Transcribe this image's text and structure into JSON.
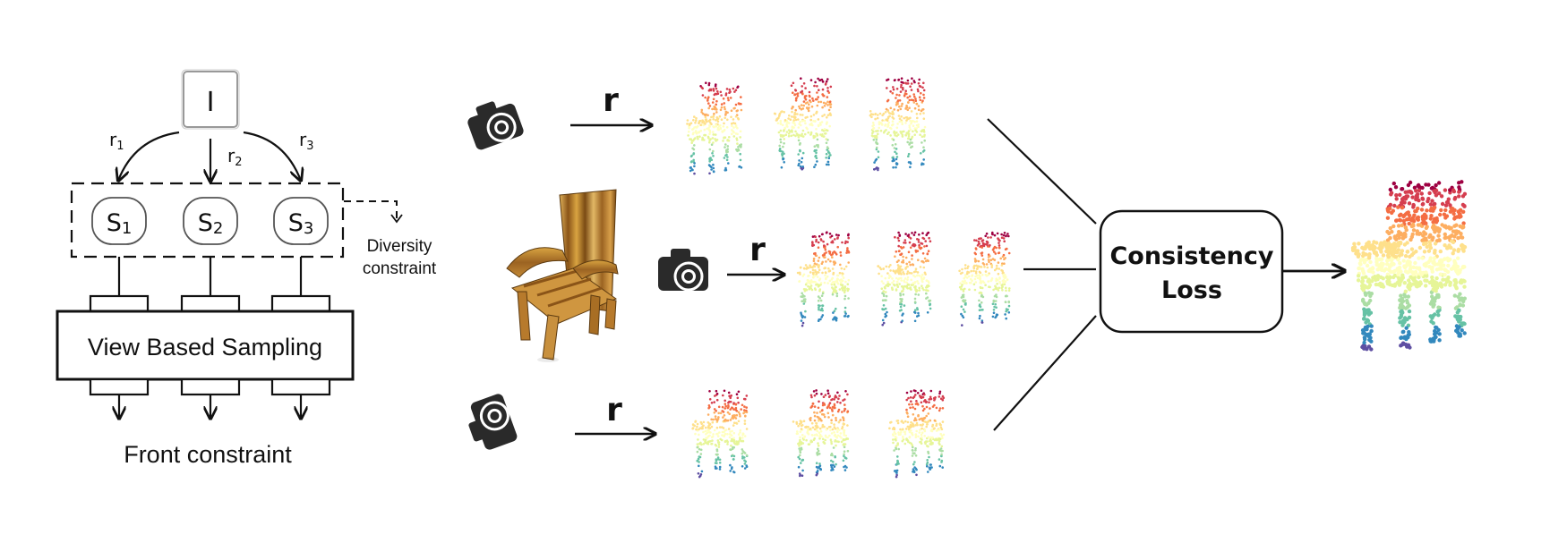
{
  "left_panel": {
    "input_label": "I",
    "rays": [
      {
        "base": "r",
        "sub": "1"
      },
      {
        "base": "r",
        "sub": "2"
      },
      {
        "base": "r",
        "sub": "3"
      }
    ],
    "samplers": [
      {
        "base": "S",
        "sub": "1"
      },
      {
        "base": "S",
        "sub": "2"
      },
      {
        "base": "S",
        "sub": "3"
      }
    ],
    "diversity_label_line1": "Diversity",
    "diversity_label_line2": "constraint",
    "sampling_box_label": "View Based Sampling",
    "front_constraint_label": "Front constraint"
  },
  "pipeline": {
    "arrow_label": "r",
    "rows": [
      {
        "camera_icon": "camera-icon",
        "arrow_label": "r"
      },
      {
        "camera_icon": "camera-icon",
        "arrow_label": "r"
      },
      {
        "camera_icon": "camera-icon",
        "arrow_label": "r"
      }
    ],
    "loss_line1": "Consistency",
    "loss_line2": "Loss"
  },
  "colors": {
    "spectral": [
      "#9e0142",
      "#d53e4f",
      "#f46d43",
      "#fdae61",
      "#fee08b",
      "#ffffbf",
      "#e6f598",
      "#abdda4",
      "#66c2a5",
      "#3288bd",
      "#5e4fa2"
    ],
    "wood_light": "#d9a441",
    "wood_dark": "#7a4a14",
    "camera": "#2a2a2a"
  }
}
